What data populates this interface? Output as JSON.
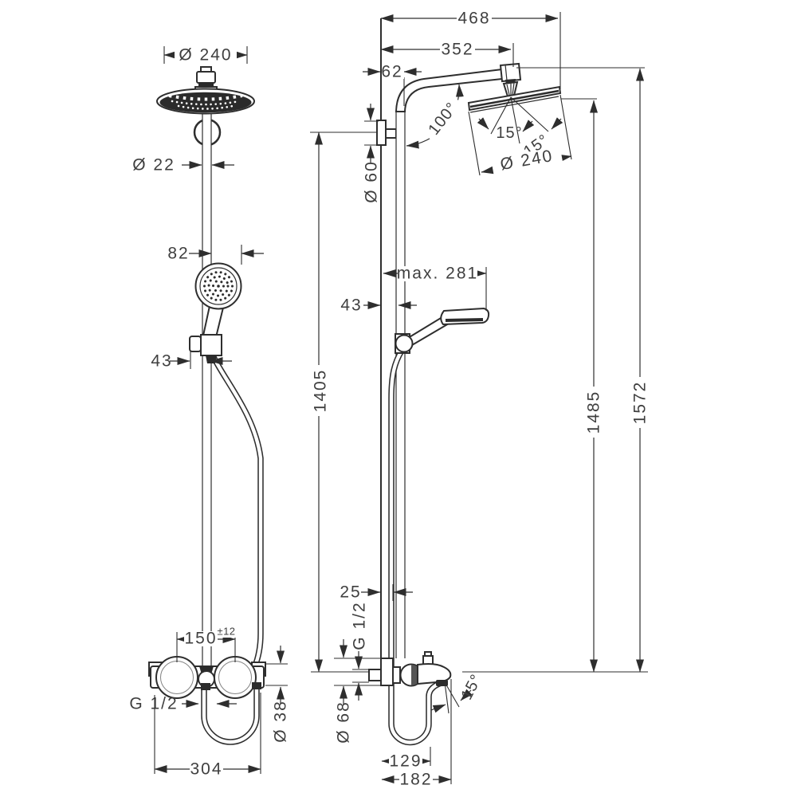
{
  "diagram": {
    "title": "shower-system-technical-drawing",
    "line_color": "#2e2e2e",
    "text_color": "#3f3f3f",
    "background": "#ffffff",
    "front_view": {
      "head_diameter": "Ø 240",
      "pipe_diameter": "Ø 22",
      "handshower_offset": "82",
      "holder_offset": "43",
      "valve_centers": "150",
      "valve_centers_tolerance": "±12",
      "outlet_thread": "G 1/2",
      "valve_diameter": "Ø 38",
      "valve_width": "304"
    },
    "side_view": {
      "total_reach": "468",
      "arm_reach": "352",
      "wall_to_pipe": "62",
      "arm_angle": "100°",
      "head_tilt_left": "15°",
      "head_tilt_right": "15°",
      "head_diameter": "Ø 240",
      "bracket_escutcheon_diameter": "Ø 60",
      "handshower_reach": "max. 281",
      "wall_to_pipe_center": "43",
      "pipe_height": "1405",
      "head_underside_height": "1485",
      "total_height": "1572",
      "wall_to_hose": "25",
      "inlet_thread": "G 1/2",
      "valve_escutcheon_diameter": "Ø 68",
      "hose_loop_reach": "129",
      "spout_reach": "182",
      "spout_angle": "15°"
    }
  }
}
